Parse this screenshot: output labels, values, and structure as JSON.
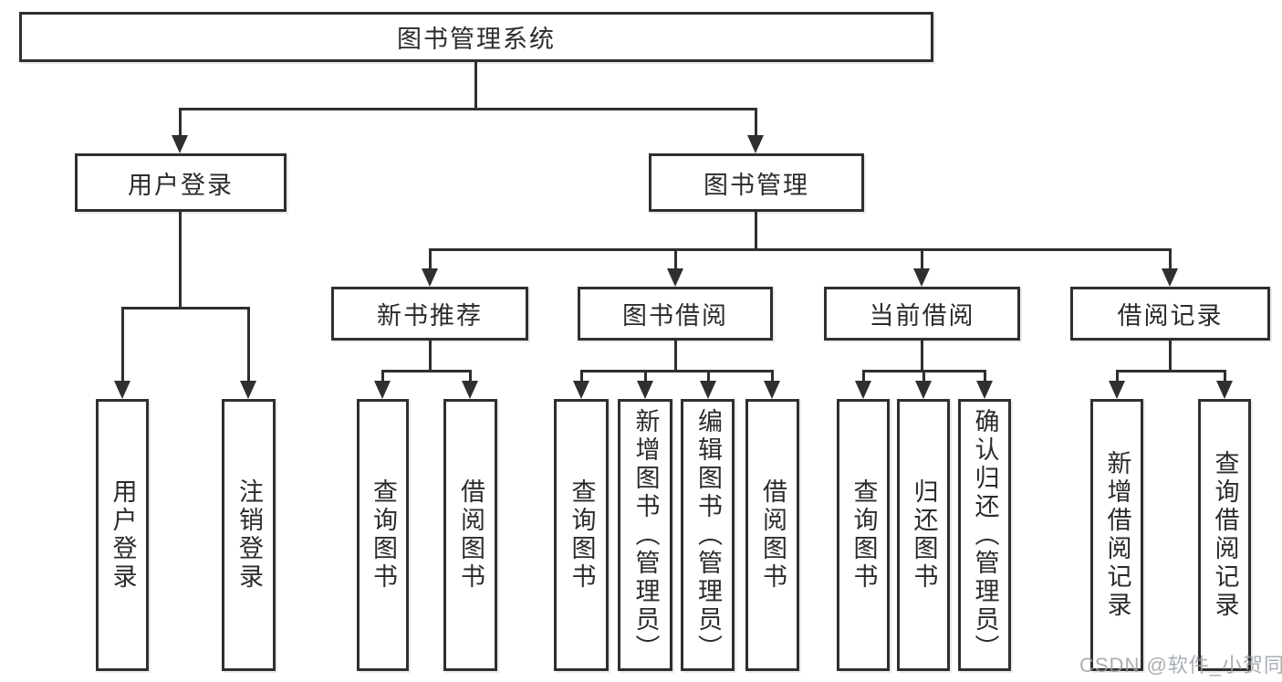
{
  "colors": {
    "line": "#2f2f2f",
    "text": "#2b2b2b",
    "watermark": "#9aa0a6",
    "background": "#ffffff"
  },
  "diagram": {
    "root": "图书管理系统",
    "user_login": {
      "label": "用户登录",
      "children": [
        "用户登录",
        "注销登录"
      ]
    },
    "book_management": {
      "label": "图书管理",
      "sections": {
        "new_book_recommend": {
          "label": "新书推荐",
          "children": [
            "查询图书",
            "借阅图书"
          ]
        },
        "book_borrowing": {
          "label": "图书借阅",
          "children": [
            "查询图书",
            "新增图书（管理员）",
            "编辑图书（管理员）",
            "借阅图书"
          ]
        },
        "current_borrowing": {
          "label": "当前借阅",
          "children": [
            "查询图书",
            "归还图书",
            "确认归还（管理员）"
          ]
        },
        "borrowing_records": {
          "label": "借阅记录",
          "children": [
            "新增借阅记录",
            "查询借阅记录"
          ]
        }
      }
    }
  },
  "watermark": "CSDN @软件_小贺同学"
}
